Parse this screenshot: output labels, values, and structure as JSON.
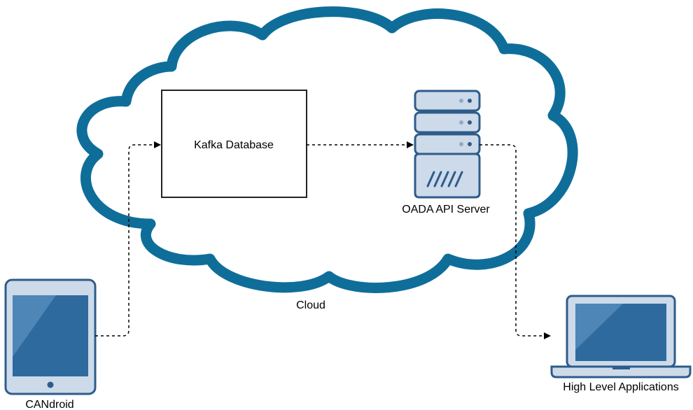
{
  "nodes": {
    "kafka": {
      "label": "Kafka Database"
    },
    "server": {
      "label": "OADA API Server"
    },
    "cloud": {
      "label": "Cloud"
    },
    "tablet": {
      "label": "CANdroid"
    },
    "laptop": {
      "label": "High Level Applications"
    }
  },
  "colors": {
    "cloud_stroke": "#0F6E99",
    "device_stroke": "#2E5C8A",
    "device_fill": "#CDDAEA",
    "screen_fill": "#2F6A9E",
    "screen_highlight": "#4D86B7",
    "box_stroke": "#222222",
    "arrow": "#000000"
  },
  "icons": {
    "server": "server-rack-icon",
    "tablet": "tablet-icon",
    "laptop": "laptop-icon",
    "cloud": "cloud-shape"
  }
}
